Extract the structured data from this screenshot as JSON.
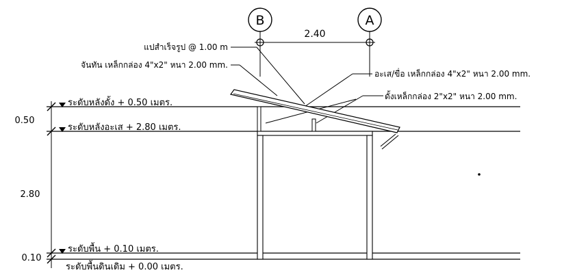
{
  "grid": {
    "b": "B",
    "a": "A",
    "spacing": "2.40"
  },
  "callouts": {
    "purlin": "แปสำเร็จรูป @ 1.00 m",
    "strut": "จันทัน เหล็กกล่อง 4\"x2\" หนา 2.00 mm.",
    "beam": "อะเส/ขื่อ เหล็กกล่อง 4\"x2\" หนา 2.00 mm.",
    "post": "ดั้งเหล็กกล่อง 2\"x2\" หนา 2.00 mm."
  },
  "levels": {
    "ridge": "ระดับหลังดั้ง + 0.50 เมตร.",
    "eave": "ระดับหลังอะเส + 2.80 เมตร.",
    "floor": "ระดับพื้น + 0.10 เมตร.",
    "ground": "ระดับพื้นดินเดิม + 0.00 เมตร."
  },
  "dimensions": {
    "roof_height": "0.50",
    "wall_height": "2.80",
    "floor_height": "0.10"
  },
  "colors": {
    "line": "#000000",
    "background": "#ffffff"
  }
}
